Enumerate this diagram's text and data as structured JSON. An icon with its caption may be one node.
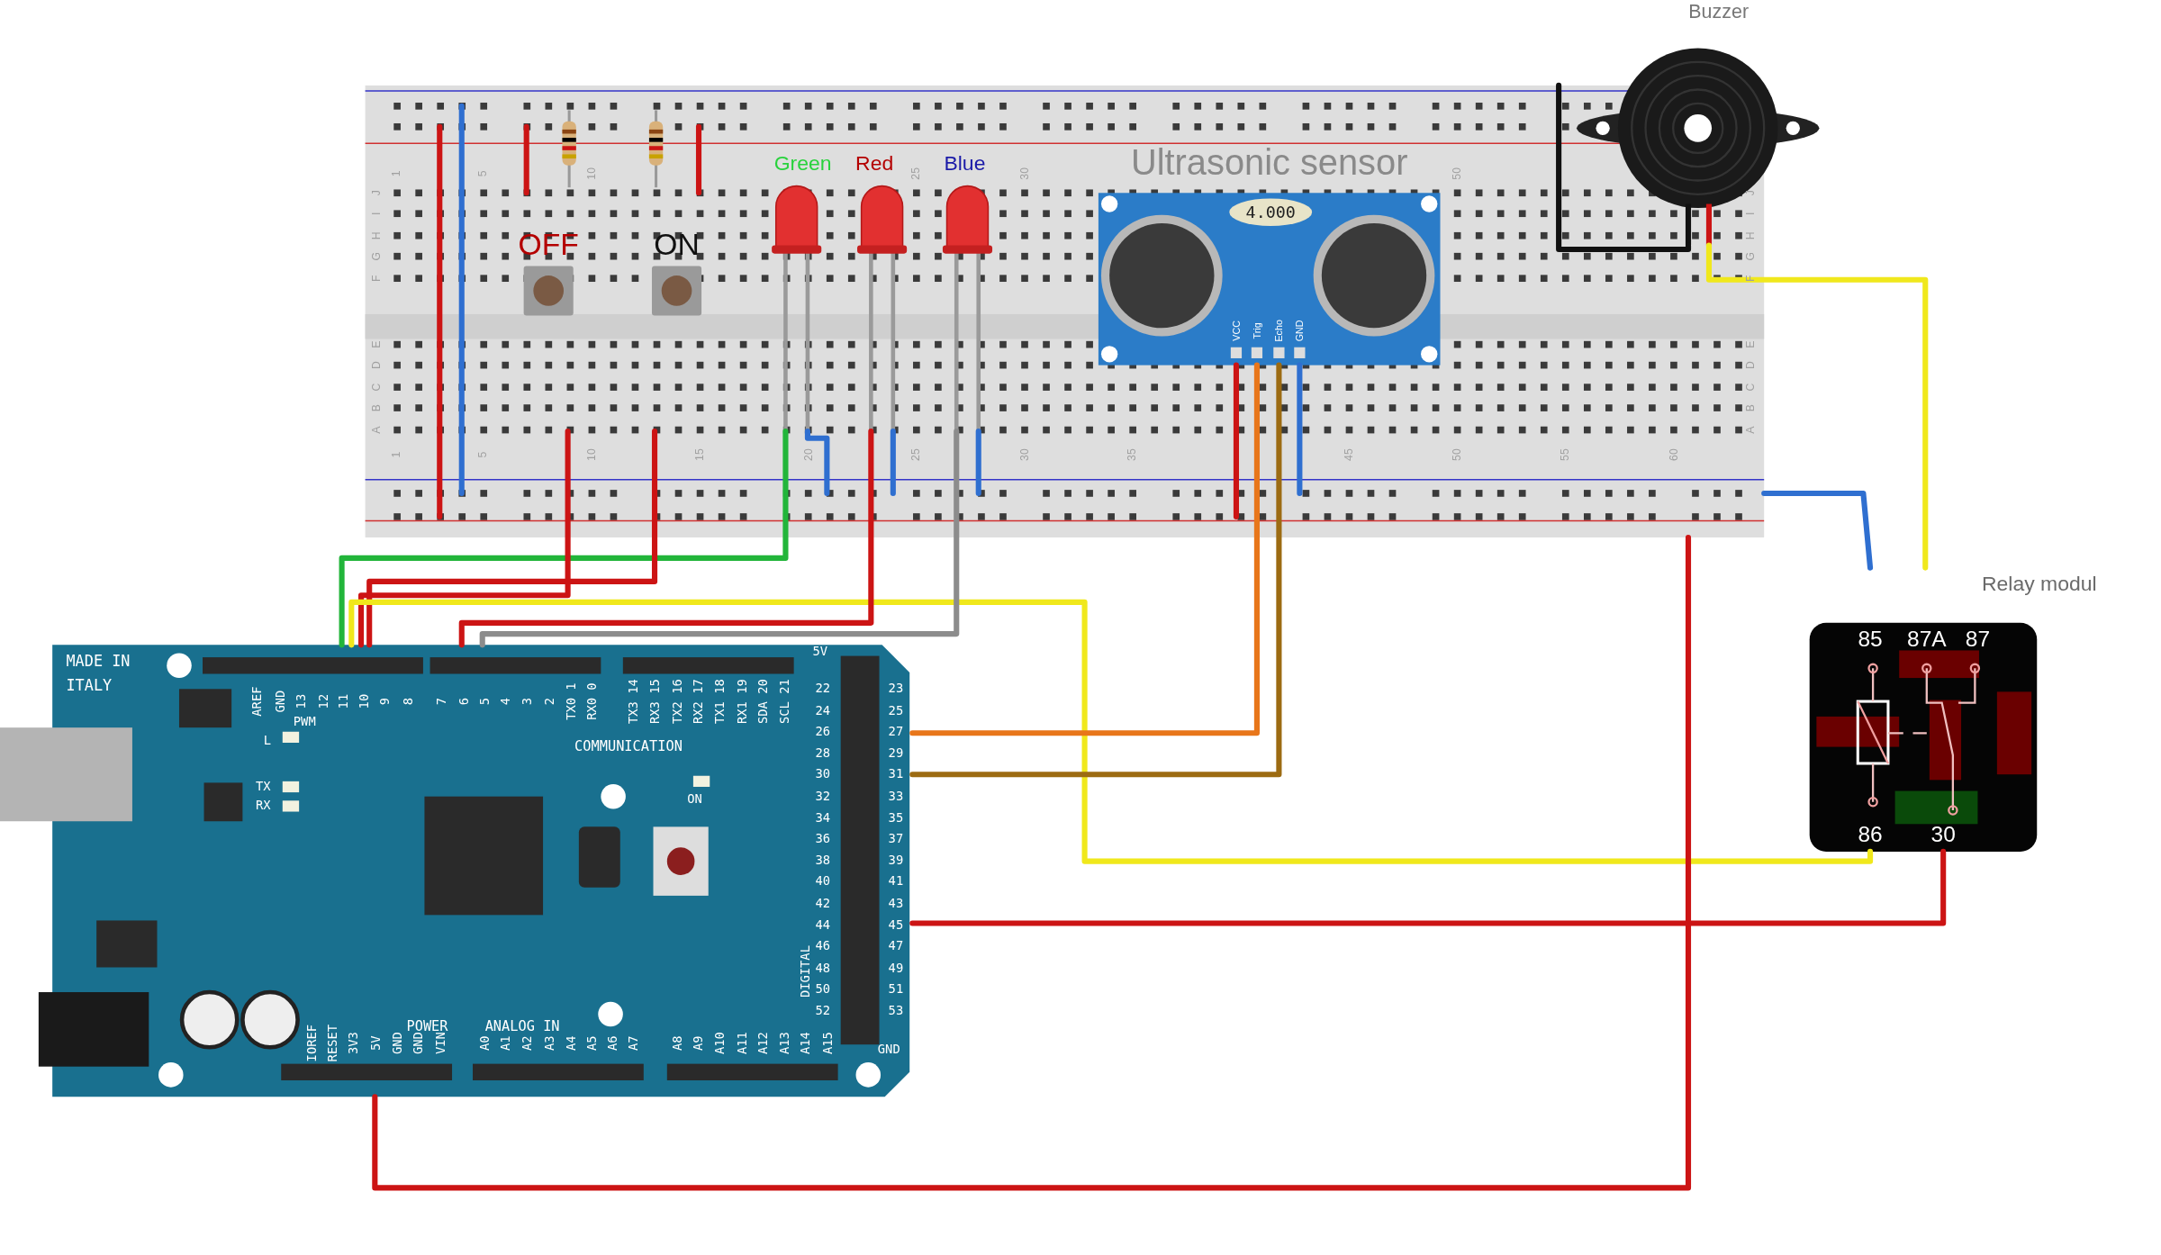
{
  "diagram": {
    "nodes": [
      {
        "text": [
          "1",
          "5",
          "10",
          "25",
          "30",
          "50",
          "1",
          "5",
          "10",
          "15",
          "20",
          "25",
          "30",
          "35",
          "45",
          "50",
          "55",
          "60",
          "J",
          "I",
          "H",
          "G",
          "F",
          "E",
          "D",
          "C",
          "B",
          "A",
          "J",
          "I",
          "H",
          "G",
          "F",
          "E",
          "D",
          "C",
          "B",
          "A"
        ]
      },
      {
        "text": [
          "OFF"
        ],
        "in": 0
      },
      {
        "text": [
          "ON"
        ],
        "in": 0
      },
      {
        "text": [
          "Green"
        ],
        "in": 0
      },
      {
        "text": [
          "Red"
        ],
        "in": 0
      },
      {
        "text": [
          "Blue"
        ],
        "in": 0
      },
      {
        "text": [
          "Ultrasonic sensor",
          "4.000",
          "VCC",
          "Trig",
          "Echo",
          "GND"
        ],
        "in": 0
      },
      {
        "text": [
          "Buzzer"
        ]
      },
      {
        "text": [
          "Relay modul",
          "85",
          "87A",
          "87",
          "86",
          "30"
        ]
      },
      {
        "text": [
          "MADE IN ITALY",
          "AREF",
          "GND",
          "13",
          "12",
          "11",
          "10",
          "9",
          "8",
          "7",
          "6",
          "5",
          "4",
          "3",
          "2",
          "TX0 1",
          "RX0 0",
          "TX3 14",
          "RX3 15",
          "TX2 16",
          "RX2 17",
          "TX1 18",
          "RX1 19",
          "SDA 20",
          "SCL 21",
          "PWM",
          "L",
          "TX",
          "RX",
          "COMMUNICATION",
          "ON",
          "5V",
          "22",
          "23",
          "24",
          "25",
          "26",
          "27",
          "28",
          "29",
          "30",
          "31",
          "32",
          "33",
          "34",
          "35",
          "36",
          "37",
          "38",
          "39",
          "40",
          "41",
          "42",
          "43",
          "44",
          "45",
          "46",
          "47",
          "48",
          "49",
          "50",
          "51",
          "52",
          "53",
          "DIGITAL",
          "POWER",
          "ANALOG IN",
          "IOREF",
          "RESET",
          "3V3",
          "5V",
          "GND",
          "GND",
          "VIN",
          "A0",
          "A1",
          "A2",
          "A3",
          "A4",
          "A5",
          "A6",
          "A7",
          "A8",
          "A9",
          "A10",
          "A11",
          "A12",
          "A13",
          "A14",
          "A15",
          "GND"
        ]
      }
    ],
    "edges": [
      {
        "from": 9,
        "to": 3,
        "arrow": "none",
        "color": "#22b53a"
      },
      {
        "from": 9,
        "to": 1,
        "arrow": "none",
        "color": "#cc1414"
      },
      {
        "from": 9,
        "to": 2,
        "arrow": "none",
        "color": "#cc1414"
      },
      {
        "from": 9,
        "to": 8,
        "arrow": "none",
        "color": "#f0e81c"
      },
      {
        "from": 9,
        "to": 4,
        "arrow": "none",
        "color": "#cc1414"
      },
      {
        "from": 9,
        "to": 5,
        "arrow": "none",
        "color": "#8c8c8c"
      },
      {
        "from": 9,
        "to": 6,
        "arrow": "none",
        "color": "#e8761a"
      },
      {
        "from": 9,
        "to": 6,
        "arrow": "none",
        "color": "#9c6b12"
      },
      {
        "from": 9,
        "to": 8,
        "arrow": "none",
        "color": "#cc1414"
      },
      {
        "from": 9,
        "to": 0,
        "arrow": "none",
        "color": "#cc1414"
      },
      {
        "from": 0,
        "to": 8,
        "arrow": "none",
        "color": "#2f6fd0"
      },
      {
        "from": 7,
        "to": 8,
        "arrow": "none",
        "color": "#f0e81c"
      },
      {
        "from": 6,
        "to": 0,
        "arrow": "none",
        "color": "#cc1414"
      },
      {
        "from": 6,
        "to": 0,
        "arrow": "none",
        "color": "#2f6fd0"
      },
      {
        "from": 3,
        "to": 0,
        "arrow": "none",
        "color": "#2f6fd0"
      },
      {
        "from": 4,
        "to": 0,
        "arrow": "none",
        "color": "#2f6fd0"
      },
      {
        "from": 5,
        "to": 0,
        "arrow": "none",
        "color": "#2f6fd0"
      },
      {
        "from": 7,
        "to": 0,
        "arrow": "none",
        "color": "#111111"
      }
    ]
  }
}
